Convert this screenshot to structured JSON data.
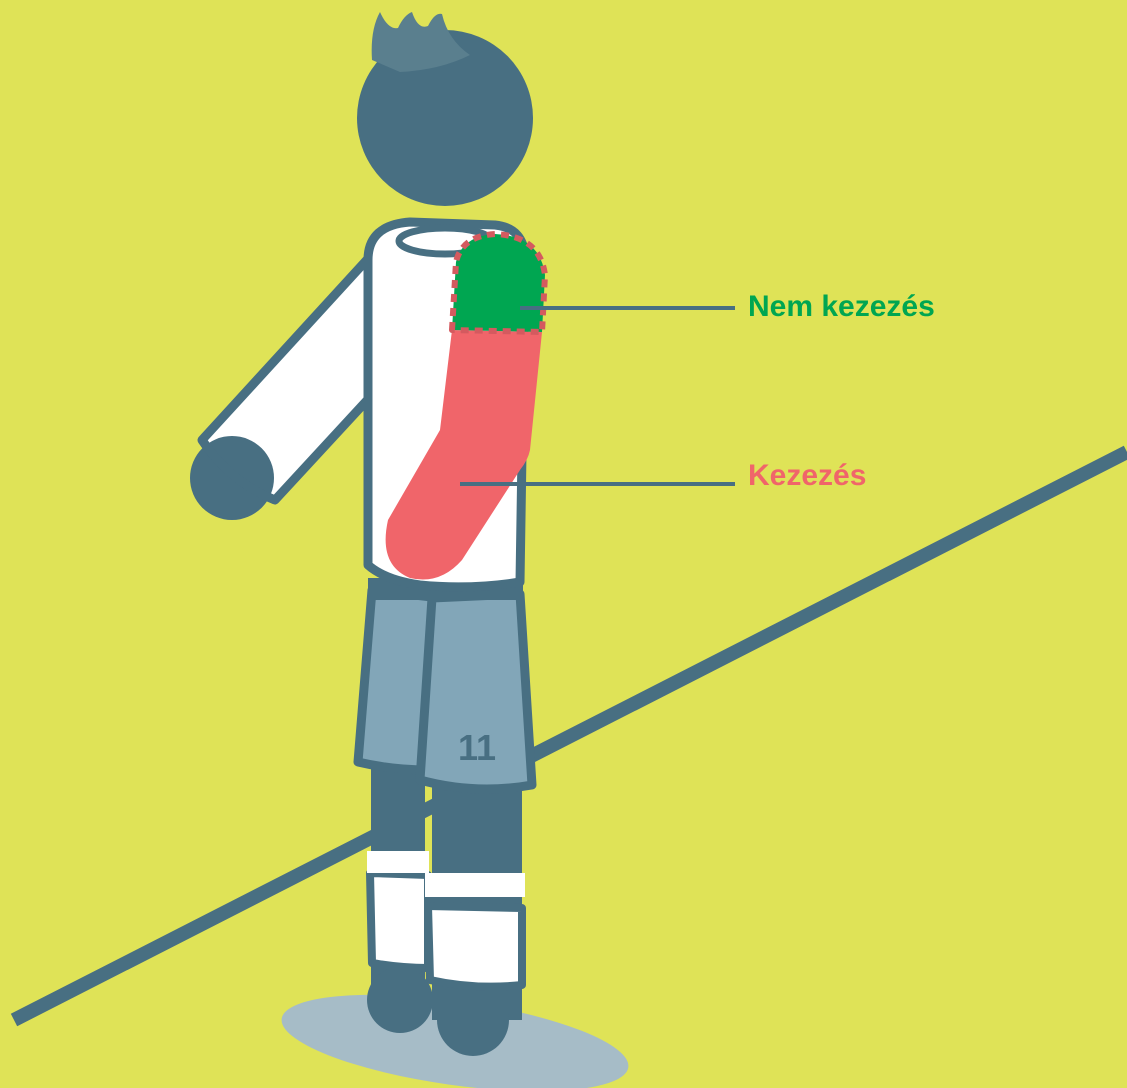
{
  "colors": {
    "background": "#dfe357",
    "figure_dark": "#486f82",
    "shorts": "#82a6b8",
    "shirt": "#ffffff",
    "shadow": "#a6bcc7",
    "not_handball_zone": "#00a651",
    "handball_zone": "#f0656a",
    "dotted_border": "#d45a5f"
  },
  "labels": {
    "not_handball": "Nem kezezés",
    "handball": "Kezezés"
  },
  "player": {
    "shorts_number": "11"
  }
}
